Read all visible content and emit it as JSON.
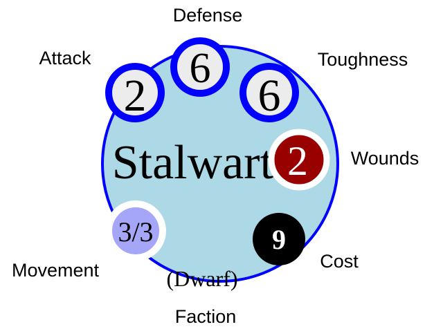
{
  "unit": {
    "name": "Stalwarts",
    "faction": "(Dwarf)"
  },
  "labels": {
    "attack": "Attack",
    "defense": "Defense",
    "toughness": "Toughness",
    "wounds": "Wounds",
    "movement": "Movement",
    "cost": "Cost",
    "faction": "Faction"
  },
  "stats": {
    "attack": "2",
    "defense": "6",
    "toughness": "6",
    "wounds": "2",
    "movement": "3/3",
    "cost": "9"
  },
  "colors": {
    "board_fill": "#add8e6",
    "board_stroke": "#0000ff",
    "stat_ring": "#0000ff",
    "stat_fill": "#ececec",
    "wounds_fill": "#990000",
    "movement_fill": "#a6a6f8",
    "cost_fill": "#000000"
  }
}
